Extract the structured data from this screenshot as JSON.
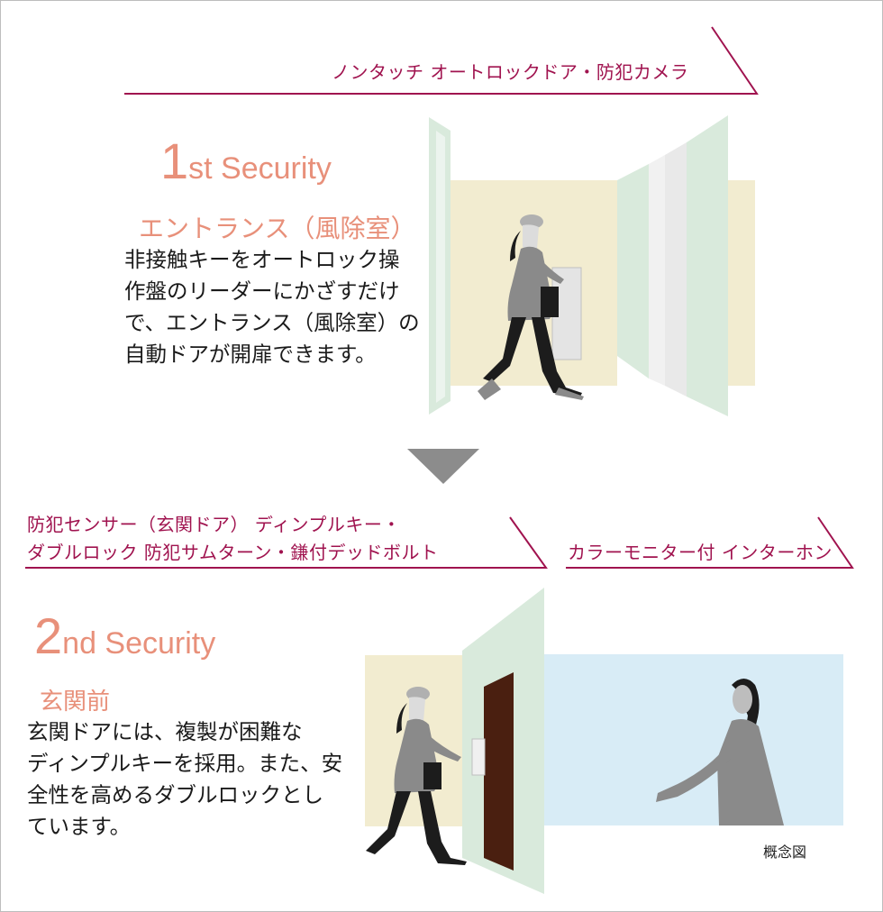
{
  "section1": {
    "feature_label": "ノンタッチ オートロックドア・防犯カメラ",
    "title_num": "1",
    "title_rest": "st Security",
    "subtitle": "エントランス（風除室）",
    "body_lines": [
      "非接触キーをオートロック操",
      "作盤のリーダーにかざすだけ",
      "で、エントランス（風除室）の",
      "自動ドアが開扉できます。"
    ]
  },
  "section2": {
    "feature_label_lines": [
      "防犯センサー（玄関ドア） ディンプルキー・",
      "ダブルロック 防犯サムターン・鎌付デッドボルト"
    ],
    "feature_label_right": "カラーモニター付 インターホン",
    "title_num": "2",
    "title_rest": "nd Security",
    "subtitle": "玄関前",
    "body_lines": [
      "玄関ドアには、複製が困難な",
      "ディンプルキーを採用。また、安",
      "全性を高めるダブルロックとし",
      "ています。"
    ]
  },
  "caption": "概念図",
  "colors": {
    "accent_line": "#a0134f",
    "title": "#e8907a",
    "arrow": "#8c8c8c",
    "wall_cream": "#f2ecd0",
    "wall_mint": "#d9eadc",
    "wall_sky": "#d8ecf6",
    "door_brown": "#4a1f10",
    "figure_gray": "#8a8a8a"
  }
}
